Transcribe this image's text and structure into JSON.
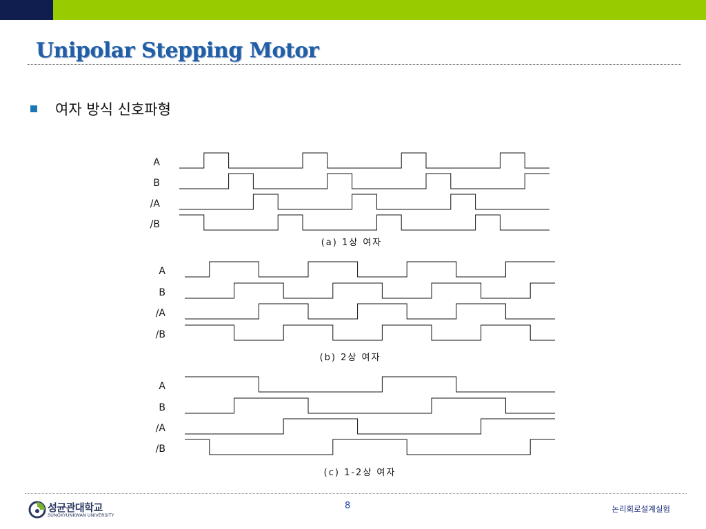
{
  "title": "Unipolar Stepping Motor",
  "bullet": "여자 방식 신호파형",
  "colors": {
    "navy": "#0f1e4f",
    "green": "#99cc00",
    "title": "#1f5fa8",
    "bullet": "#1b78b8"
  },
  "diagrams": [
    {
      "caption": "(a) 1상 여자",
      "signals": [
        {
          "label": "A",
          "levels": [
            0,
            1,
            0,
            0,
            0,
            1,
            0,
            0,
            0,
            1,
            0,
            0,
            0,
            1,
            0
          ]
        },
        {
          "label": "B",
          "levels": [
            0,
            0,
            1,
            0,
            0,
            0,
            1,
            0,
            0,
            0,
            1,
            0,
            0,
            0,
            1
          ]
        },
        {
          "label": "/A",
          "levels": [
            0,
            0,
            0,
            1,
            0,
            0,
            0,
            1,
            0,
            0,
            0,
            1,
            0,
            0,
            0
          ]
        },
        {
          "label": "/B",
          "levels": [
            1,
            0,
            0,
            0,
            1,
            0,
            0,
            0,
            1,
            0,
            0,
            0,
            1,
            0,
            0
          ]
        }
      ]
    },
    {
      "caption": "(b) 2상 여자",
      "signals": [
        {
          "label": "A",
          "levels": [
            0,
            1,
            1,
            0,
            0,
            1,
            1,
            0,
            0,
            1,
            1,
            0,
            0,
            1,
            1
          ]
        },
        {
          "label": "B",
          "levels": [
            0,
            0,
            1,
            1,
            0,
            0,
            1,
            1,
            0,
            0,
            1,
            1,
            0,
            0,
            1
          ]
        },
        {
          "label": "/A",
          "levels": [
            0,
            0,
            0,
            1,
            1,
            0,
            0,
            1,
            1,
            0,
            0,
            1,
            1,
            0,
            0
          ]
        },
        {
          "label": "/B",
          "levels": [
            1,
            1,
            0,
            0,
            1,
            1,
            0,
            0,
            1,
            1,
            0,
            0,
            1,
            1,
            0
          ]
        }
      ]
    },
    {
      "caption": "(c) 1-2상 여자",
      "signals": [
        {
          "label": "A",
          "levels": [
            1,
            1,
            1,
            0,
            0,
            0,
            0,
            0,
            1,
            1,
            1,
            0,
            0,
            0,
            0
          ]
        },
        {
          "label": "B",
          "levels": [
            0,
            0,
            1,
            1,
            1,
            0,
            0,
            0,
            0,
            0,
            1,
            1,
            1,
            0,
            0
          ]
        },
        {
          "label": "/A",
          "levels": [
            0,
            0,
            0,
            0,
            1,
            1,
            1,
            0,
            0,
            0,
            0,
            0,
            1,
            1,
            1
          ]
        },
        {
          "label": "/B",
          "levels": [
            1,
            0,
            0,
            0,
            0,
            0,
            1,
            1,
            1,
            0,
            0,
            0,
            0,
            0,
            1
          ]
        }
      ]
    }
  ],
  "footer": {
    "logo_korean": "성균관대학교",
    "logo_english": "SUNGKYUNKWAN UNIVERSITY",
    "page_number": "8",
    "course": "논리회로설계실험"
  }
}
